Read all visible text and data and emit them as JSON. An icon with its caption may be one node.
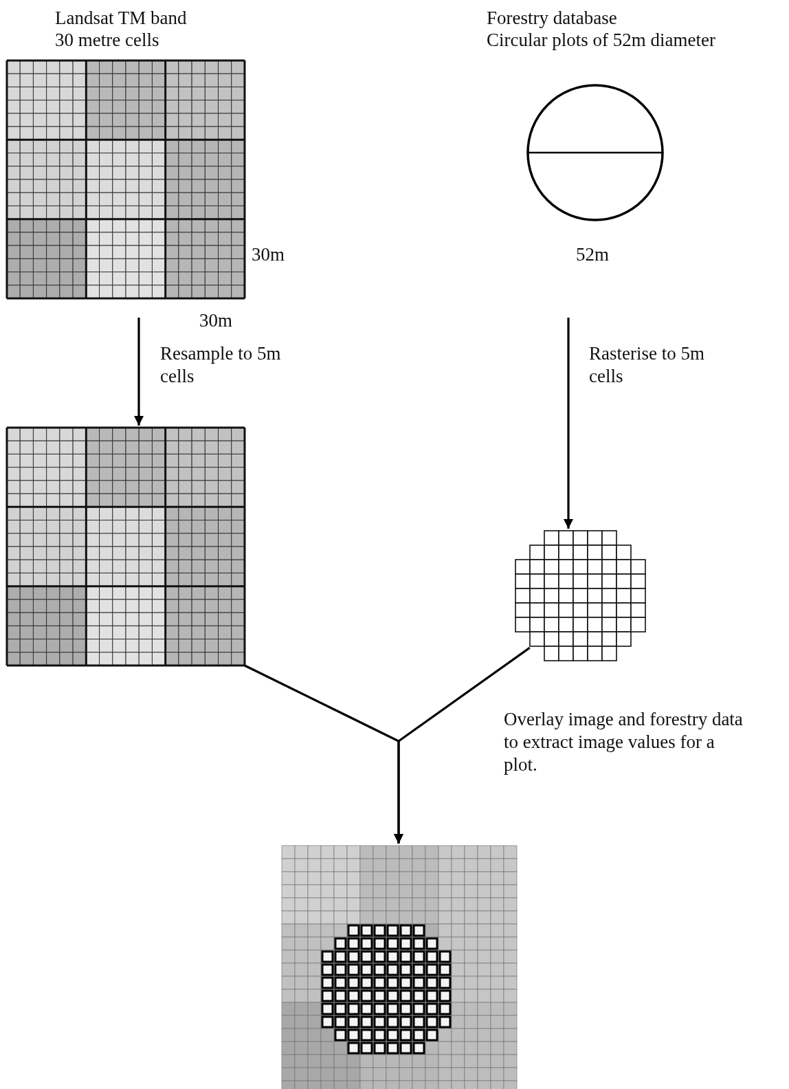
{
  "diagram": {
    "nodes": [
      {
        "text": [
          "Landsat TM band",
          "30 metre cells"
        ],
        "beside": [
          "30m",
          "30m"
        ]
      },
      {
        "text": [
          "Forestry database",
          "Circular plots of 52m diameter"
        ],
        "beside": [
          "52m"
        ]
      },
      {
        "text": [],
        "shape": "box"
      },
      {
        "text": [],
        "shape": "box"
      },
      {
        "text": [],
        "shape": "box"
      }
    ],
    "edges": [
      {
        "from": 0,
        "to": 2,
        "arrow": "to",
        "label": "Resample to 5m cells"
      },
      {
        "from": 1,
        "to": 3,
        "arrow": "to",
        "label": "Rasterise to 5m cells"
      },
      {
        "from": 2,
        "to": 4,
        "arrow": "to"
      },
      {
        "from": 3,
        "to": 4,
        "arrow": "to",
        "label": "Overlay image and forestry data to extract image values for a plot."
      }
    ]
  }
}
